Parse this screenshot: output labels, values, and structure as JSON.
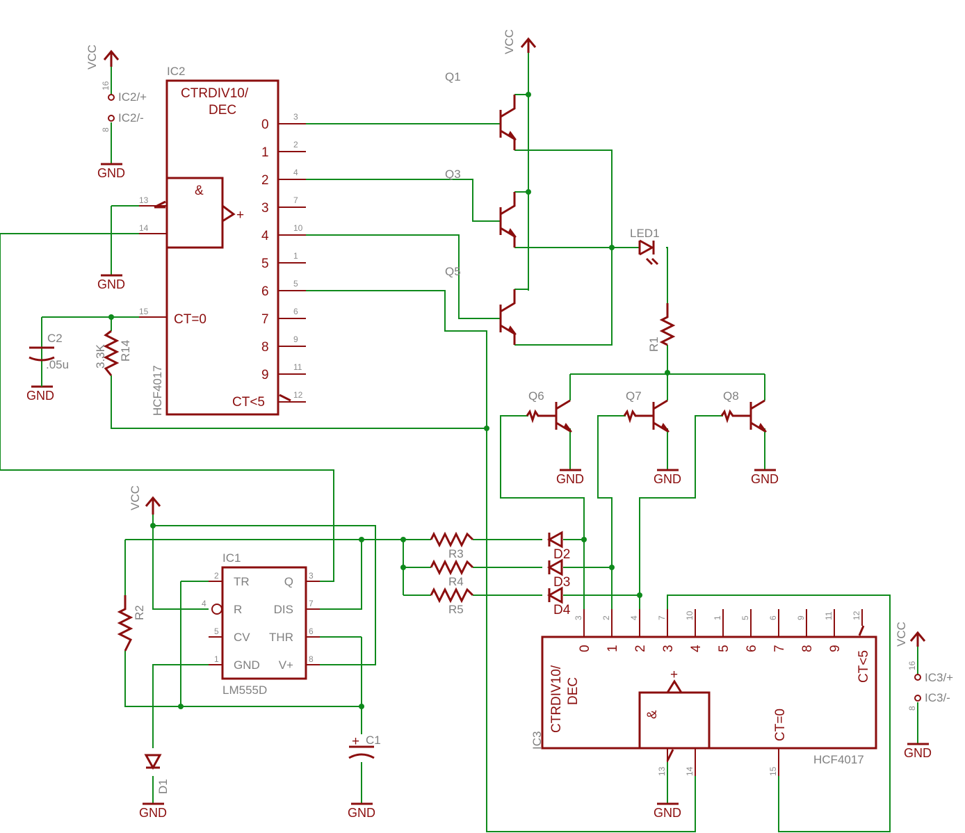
{
  "vcc": "VCC",
  "gnd": "GND",
  "amp": "&",
  "plus": "+",
  "ic2": {
    "name": "IC2",
    "func1": "CTRDIV10/",
    "func2": "DEC",
    "ct0": "CT=0",
    "ct5": "CT<5",
    "part": "HCF4017",
    "outs": [
      "0",
      "1",
      "2",
      "3",
      "4",
      "5",
      "6",
      "7",
      "8",
      "9"
    ],
    "out_pins": [
      "3",
      "2",
      "4",
      "7",
      "10",
      "1",
      "5",
      "6",
      "9",
      "11"
    ],
    "pin13": "13",
    "pin14": "14",
    "pin15": "15",
    "pin12": "12",
    "pwr_plus": "IC2/+",
    "pwr_minus": "IC2/-",
    "pin16": "16",
    "pin8": "8"
  },
  "ic3": {
    "name": "IC3",
    "func1": "CTRDIV10/",
    "func2": "DEC",
    "ct0": "CT=0",
    "ct5": "CT<5",
    "part": "HCF4017",
    "outs": [
      "0",
      "1",
      "2",
      "3",
      "4",
      "5",
      "6",
      "7",
      "8",
      "9"
    ],
    "out_pins": [
      "3",
      "2",
      "4",
      "7",
      "10",
      "1",
      "5",
      "6",
      "9",
      "11"
    ],
    "pin12": "12",
    "pin13": "13",
    "pin14": "14",
    "pin15": "15",
    "pwr_plus": "IC3/+",
    "pwr_minus": "IC3/-",
    "pin16": "16",
    "pin8": "8"
  },
  "ic1": {
    "name": "IC1",
    "part": "LM555D",
    "left": [
      {
        "pin": "2",
        "label": "TR"
      },
      {
        "pin": "4",
        "label": "R"
      },
      {
        "pin": "5",
        "label": "CV"
      },
      {
        "pin": "1",
        "label": "GND"
      }
    ],
    "right": [
      {
        "pin": "3",
        "label": "Q"
      },
      {
        "pin": "7",
        "label": "DIS"
      },
      {
        "pin": "6",
        "label": "THR"
      },
      {
        "pin": "8",
        "label": "V+"
      }
    ]
  },
  "transistors": {
    "q1": "Q1",
    "q3": "Q3",
    "q5": "Q5",
    "q6": "Q6",
    "q7": "Q7",
    "q8": "Q8"
  },
  "resistors": {
    "r1": "R1",
    "r2": "R2",
    "r3": "R3",
    "r4": "R4",
    "r5": "R5",
    "r14": "R14",
    "r14_val": "3.3K"
  },
  "capacitors": {
    "c1": "C1",
    "c2": "C2",
    "c2_val": ".05u"
  },
  "diodes": {
    "d1": "D1",
    "d2": "D2",
    "d3": "D3",
    "d4": "D4",
    "led1": "LED1"
  }
}
